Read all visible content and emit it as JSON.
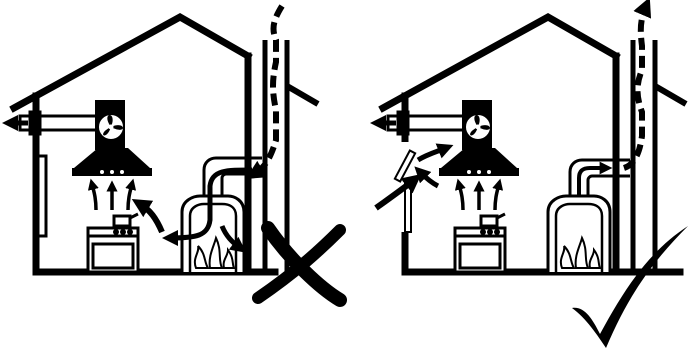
{
  "figure": {
    "description_kind": "kitchen hood and fireplace ventilation pictogram",
    "panels": [
      {
        "id": "incorrect",
        "verdict": "incorrect",
        "symbol": "cross-mark"
      },
      {
        "id": "correct",
        "verdict": "correct",
        "symbol": "check-mark"
      }
    ],
    "colors": {
      "ink": "#000000",
      "paper": "#ffffff"
    },
    "icons": [
      "house-outline",
      "extractor-fan",
      "range-hood",
      "cooker",
      "fireplace",
      "chimney",
      "air-flow-arrow",
      "window-vent"
    ]
  }
}
